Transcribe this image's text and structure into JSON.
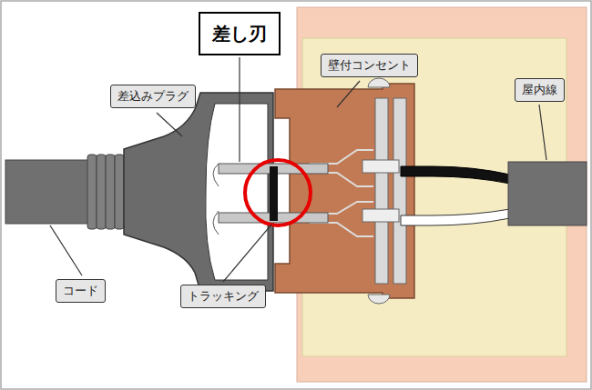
{
  "diagram": {
    "nodes": [
      {
        "text": [
          "差し刃"
        ]
      },
      {
        "text": [
          "差込みプラグ"
        ]
      },
      {
        "text": [
          "壁付コンセント"
        ]
      },
      {
        "text": [
          "屋内線"
        ]
      },
      {
        "text": [
          "コード"
        ]
      },
      {
        "text": [
          "トラッキング"
        ]
      }
    ]
  }
}
